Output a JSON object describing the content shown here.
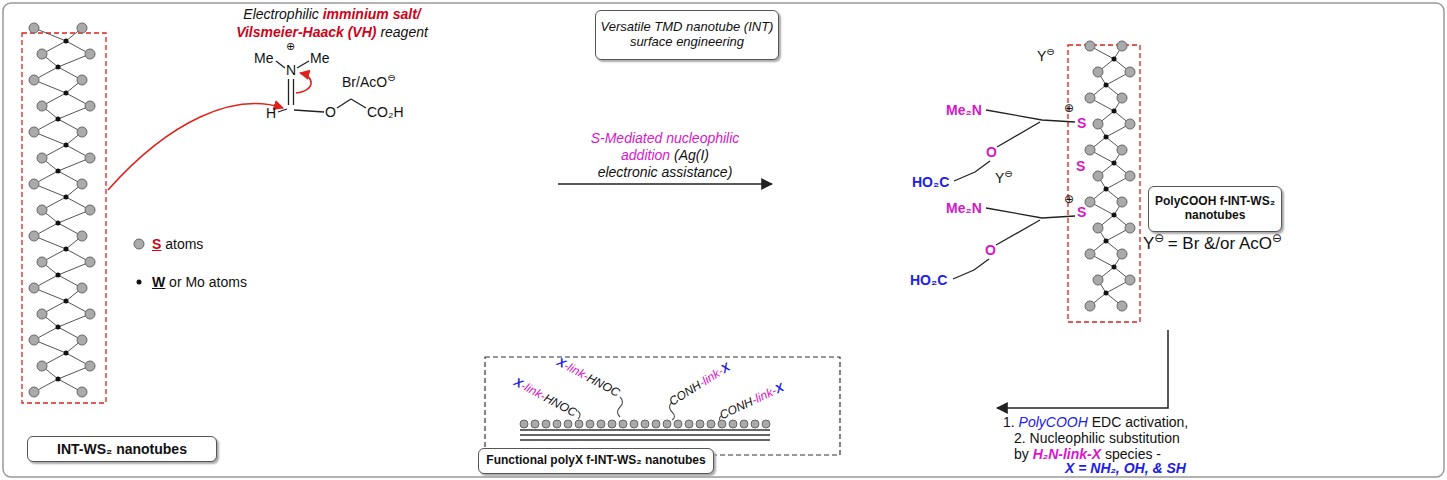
{
  "diagram": {
    "nodes": [
      {
        "text": [
          "INT-WS₂ nanotubes"
        ]
      },
      {
        "text": [
          "Versatile TMD nanotube (INT) surface engineering"
        ]
      },
      {
        "text": [
          "PolyCOOH f-INT-WS₂ nanotubes"
        ]
      },
      {
        "text": [
          "Functional polyX f-INT-WS₂ nanotubes"
        ]
      }
    ],
    "labels": [
      "Electrophilic",
      "imminium salt/",
      "Vilsmeier-Haack (VH)",
      "reagent",
      "Me",
      "⊕",
      "N",
      "Me",
      "H",
      "O",
      "CO₂H",
      "Br/AcO",
      "⊖",
      "S-Mediated nucleophilic",
      "addition",
      "(Ag(I)",
      "electronic assistance)",
      "Y",
      "⊖",
      "Me₂N",
      "⊕",
      "S",
      "O",
      "HO₂C",
      "Y",
      "⊖",
      "S",
      "Me₂N",
      "⊕",
      "S",
      "O",
      "HO₂C",
      "Y",
      "⊖",
      "= Br &/or AcO",
      "⊖",
      "1.",
      "PolyCOOH",
      "EDC activation,",
      "2. Nucleophilic substitution",
      "by",
      "H₂N-link-X",
      "species -",
      "X = NH₂, OH, & SH",
      "X",
      "-link-",
      "HNOC",
      "X",
      "-link-",
      "HNOC",
      "CONH",
      "-link-",
      "X",
      "CONH",
      "-link-",
      "X"
    ],
    "legend": [
      {
        "text": "S atoms"
      },
      {
        "text": "W or Mo atoms"
      }
    ]
  }
}
